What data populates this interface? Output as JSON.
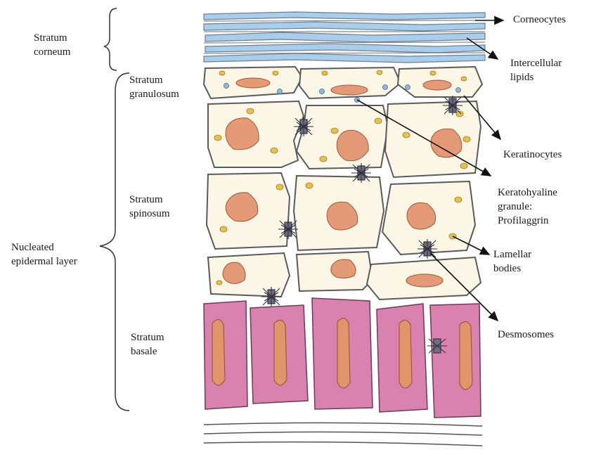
{
  "left_labels": {
    "stratum_corneum": [
      "Stratum",
      "corneum"
    ],
    "stratum_granulosum": [
      "Stratum",
      "granulosum"
    ],
    "stratum_spinosum": [
      "Stratum",
      "spinosum"
    ],
    "stratum_basale": [
      "Stratum",
      "basale"
    ],
    "nucleated_layer": [
      "Nucleated",
      "epidermal layer"
    ]
  },
  "right_labels": {
    "corneocytes": [
      "Corneocytes"
    ],
    "intercellular_lipids": [
      "Intercellular",
      "lipids"
    ],
    "keratinocytes": [
      "Keratinocytes"
    ],
    "keratohyaline": [
      "Keratohyaline",
      "granule:",
      "Profilaggrin"
    ],
    "lamellar": [
      "Lamellar",
      "bodies"
    ],
    "desmosomes": [
      "Desmosomes"
    ]
  },
  "colors": {
    "corneocyte_blue": "#a9cdea",
    "cell_fill": "#fbf6e6",
    "cell_outline": "#5a5a5a",
    "nucleus": "#e59a77",
    "granule_yellow": "#e8c050",
    "lipid_dot_blue": "#8fb8d6",
    "basal_pink": "#d982b0",
    "basal_nucleus": "#e0956a",
    "desmosome": "#2e2e3a"
  }
}
